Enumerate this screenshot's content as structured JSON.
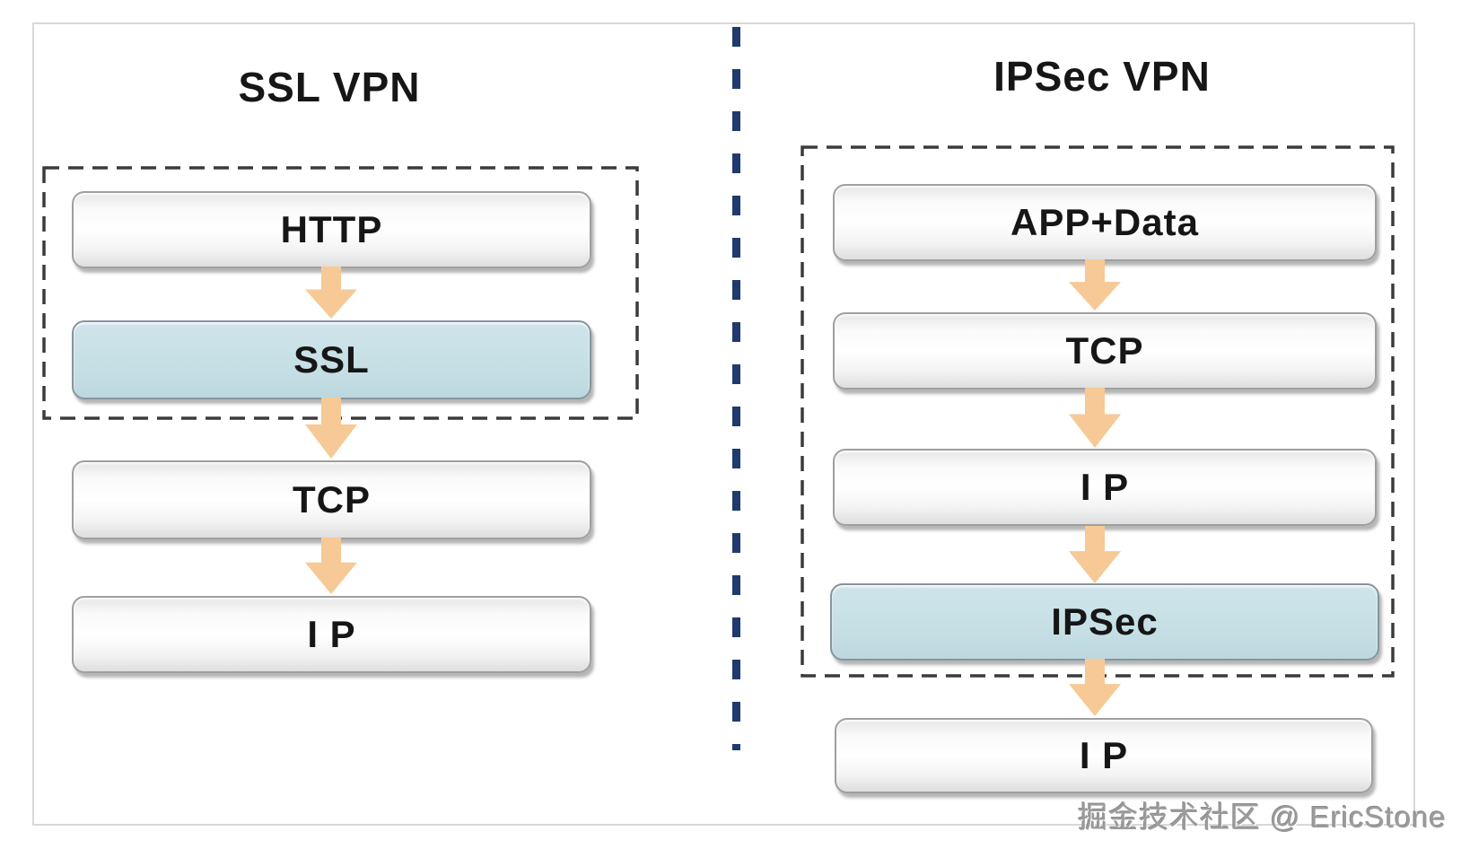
{
  "panels": {
    "ssl_vpn": {
      "title": "SSL VPN",
      "boxes": [
        {
          "label": "HTTP",
          "highlighted": false,
          "in_dashed_group": true
        },
        {
          "label": "SSL",
          "highlighted": true,
          "in_dashed_group": true
        },
        {
          "label": "TCP",
          "highlighted": false,
          "in_dashed_group": false
        },
        {
          "label": "I P",
          "highlighted": false,
          "in_dashed_group": false
        }
      ]
    },
    "ipsec_vpn": {
      "title": "IPSec VPN",
      "boxes": [
        {
          "label": "APP+Data",
          "highlighted": false,
          "in_dashed_group": true
        },
        {
          "label": "TCP",
          "highlighted": false,
          "in_dashed_group": true
        },
        {
          "label": "I P",
          "highlighted": false,
          "in_dashed_group": true
        },
        {
          "label": "IPSec",
          "highlighted": true,
          "in_dashed_group": true
        },
        {
          "label": "I P",
          "highlighted": false,
          "in_dashed_group": false
        }
      ]
    },
    "watermark": {
      "text": "掘金技术社区 @ EricStone"
    },
    "colors": {
      "highlight_box_fill": "#c6e0e6",
      "arrow": "#f6c996",
      "divider_dash": "#1f3a6e",
      "dashed_group_border": "#3b3b3b",
      "box_text": "#161616",
      "watermark_text": "#9b9b9b"
    }
  }
}
